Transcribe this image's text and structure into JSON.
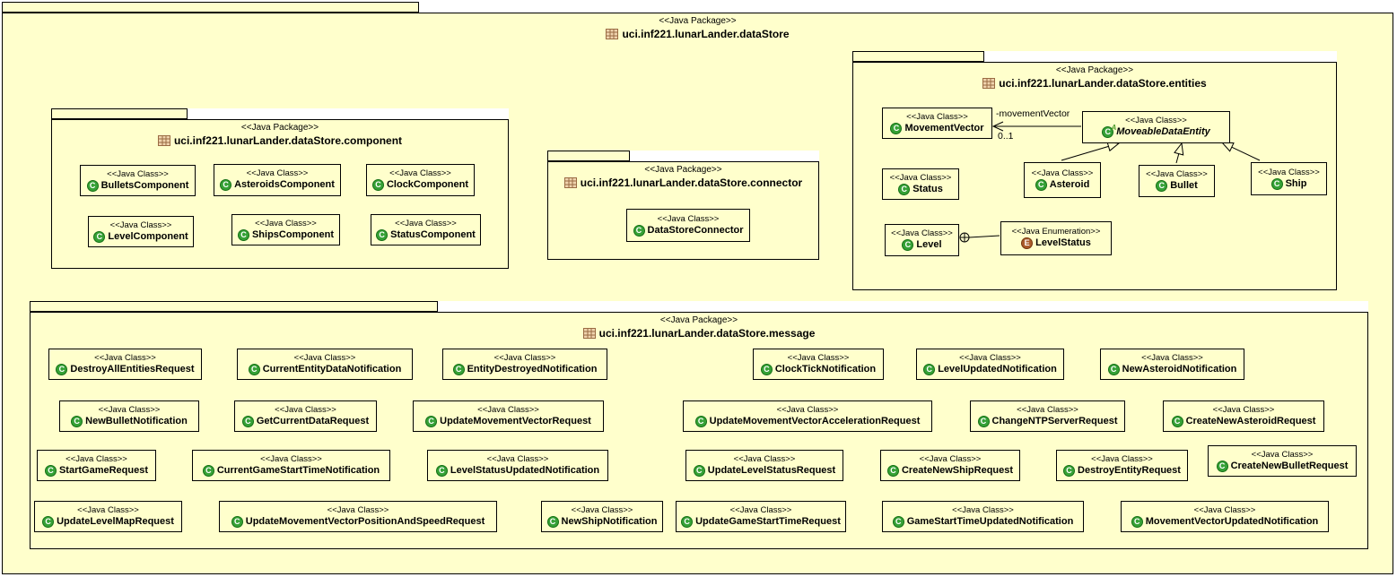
{
  "icons": {
    "class_letter": "C",
    "enum_letter": "E",
    "abstract_marker": "A"
  },
  "colors": {
    "fill": "#FFFFCC",
    "border": "#000000",
    "class_icon": "#36A136",
    "enum_icon": "#AA5B2B",
    "package_icon": "#9A6B43"
  },
  "root": {
    "stereotype": "<<Java Package>>",
    "name": "uci.inf221.lunarLander.dataStore"
  },
  "packages": {
    "component": {
      "stereotype": "<<Java Package>>",
      "name": "uci.inf221.lunarLander.dataStore.component",
      "classes": [
        {
          "stereotype": "<<Java Class>>",
          "name": "BulletsComponent"
        },
        {
          "stereotype": "<<Java Class>>",
          "name": "AsteroidsComponent"
        },
        {
          "stereotype": "<<Java Class>>",
          "name": "ClockComponent"
        },
        {
          "stereotype": "<<Java Class>>",
          "name": "LevelComponent"
        },
        {
          "stereotype": "<<Java Class>>",
          "name": "ShipsComponent"
        },
        {
          "stereotype": "<<Java Class>>",
          "name": "StatusComponent"
        }
      ]
    },
    "connector": {
      "stereotype": "<<Java Package>>",
      "name": "uci.inf221.lunarLander.dataStore.connector",
      "classes": [
        {
          "stereotype": "<<Java Class>>",
          "name": "DataStoreConnector"
        }
      ]
    },
    "entities": {
      "stereotype": "<<Java Package>>",
      "name": "uci.inf221.lunarLander.dataStore.entities",
      "classes": [
        {
          "stereotype": "<<Java Class>>",
          "name": "MovementVector"
        },
        {
          "stereotype": "<<Java Class>>",
          "name": "MoveableDataEntity",
          "abstract": true
        },
        {
          "stereotype": "<<Java Class>>",
          "name": "Status"
        },
        {
          "stereotype": "<<Java Class>>",
          "name": "Asteroid"
        },
        {
          "stereotype": "<<Java Class>>",
          "name": "Bullet"
        },
        {
          "stereotype": "<<Java Class>>",
          "name": "Ship"
        },
        {
          "stereotype": "<<Java Class>>",
          "name": "Level"
        },
        {
          "stereotype": "<<Java Enumeration>>",
          "name": "LevelStatus",
          "enum": true
        }
      ],
      "association": {
        "label": "-movementVector",
        "multiplicity": "0..1"
      }
    },
    "message": {
      "stereotype": "<<Java Package>>",
      "name": "uci.inf221.lunarLander.dataStore.message",
      "classes": [
        {
          "stereotype": "<<Java Class>>",
          "name": "DestroyAllEntitiesRequest"
        },
        {
          "stereotype": "<<Java Class>>",
          "name": "CurrentEntityDataNotification"
        },
        {
          "stereotype": "<<Java Class>>",
          "name": "EntityDestroyedNotification"
        },
        {
          "stereotype": "<<Java Class>>",
          "name": "ClockTickNotification"
        },
        {
          "stereotype": "<<Java Class>>",
          "name": "LevelUpdatedNotification"
        },
        {
          "stereotype": "<<Java Class>>",
          "name": "NewAsteroidNotification"
        },
        {
          "stereotype": "<<Java Class>>",
          "name": "NewBulletNotification"
        },
        {
          "stereotype": "<<Java Class>>",
          "name": "GetCurrentDataRequest"
        },
        {
          "stereotype": "<<Java Class>>",
          "name": "UpdateMovementVectorRequest"
        },
        {
          "stereotype": "<<Java Class>>",
          "name": "UpdateMovementVectorAccelerationRequest"
        },
        {
          "stereotype": "<<Java Class>>",
          "name": "ChangeNTPServerRequest"
        },
        {
          "stereotype": "<<Java Class>>",
          "name": "CreateNewAsteroidRequest"
        },
        {
          "stereotype": "<<Java Class>>",
          "name": "StartGameRequest"
        },
        {
          "stereotype": "<<Java Class>>",
          "name": "CurrentGameStartTimeNotification"
        },
        {
          "stereotype": "<<Java Class>>",
          "name": "LevelStatusUpdatedNotification"
        },
        {
          "stereotype": "<<Java Class>>",
          "name": "UpdateLevelStatusRequest"
        },
        {
          "stereotype": "<<Java Class>>",
          "name": "CreateNewShipRequest"
        },
        {
          "stereotype": "<<Java Class>>",
          "name": "DestroyEntityRequest"
        },
        {
          "stereotype": "<<Java Class>>",
          "name": "CreateNewBulletRequest"
        },
        {
          "stereotype": "<<Java Class>>",
          "name": "UpdateLevelMapRequest"
        },
        {
          "stereotype": "<<Java Class>>",
          "name": "UpdateMovementVectorPositionAndSpeedRequest"
        },
        {
          "stereotype": "<<Java Class>>",
          "name": "NewShipNotification"
        },
        {
          "stereotype": "<<Java Class>>",
          "name": "UpdateGameStartTimeRequest"
        },
        {
          "stereotype": "<<Java Class>>",
          "name": "GameStartTimeUpdatedNotification"
        },
        {
          "stereotype": "<<Java Class>>",
          "name": "MovementVectorUpdatedNotification"
        }
      ]
    }
  }
}
